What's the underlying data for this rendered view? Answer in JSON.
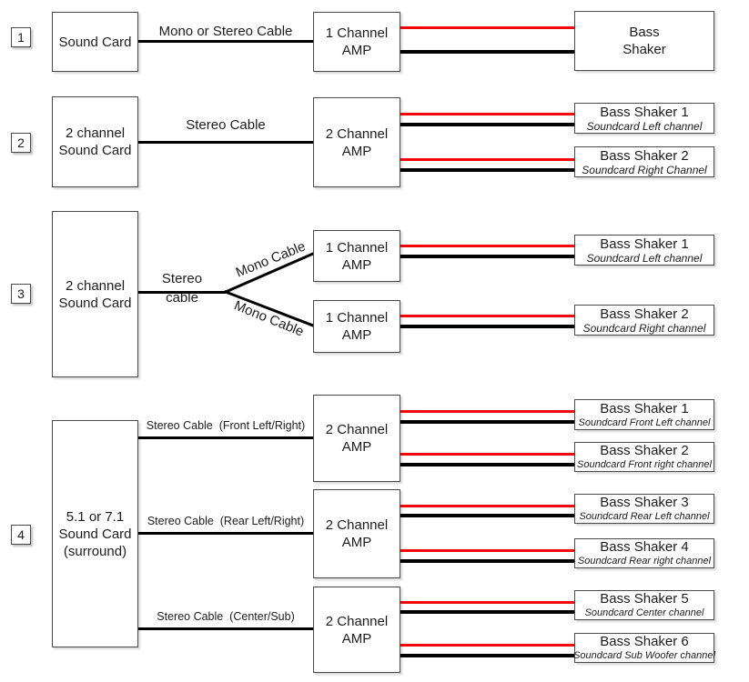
{
  "colors": {
    "wire_red": "#f20505",
    "wire_black": "#000000",
    "box_border": "#4a4a4a",
    "background": "#ffffff"
  },
  "sections": {
    "s1": {
      "number": "1",
      "source_lines": [
        "Sound Card"
      ],
      "cable_label": "Mono or Stereo Cable",
      "amp_lines": [
        "1 Channel",
        "AMP"
      ],
      "shaker_lines": [
        "Bass",
        "Shaker"
      ]
    },
    "s2": {
      "number": "2",
      "source_lines": [
        "2 channel",
        "Sound Card"
      ],
      "cable_label": "Stereo Cable",
      "amp_lines": [
        "2 Channel",
        "AMP"
      ],
      "shakers": [
        {
          "title": "Bass Shaker 1",
          "subtitle": "Soundcard Left channel"
        },
        {
          "title": "Bass Shaker 2",
          "subtitle": "Soundcard Right Channel"
        }
      ]
    },
    "s3": {
      "number": "3",
      "source_lines": [
        "2 channel",
        "Sound Card"
      ],
      "cable_label_lines": [
        "Stereo",
        "cable"
      ],
      "branch_labels": [
        "Mono Cable",
        "Mono Cable"
      ],
      "amp_lines": [
        "1 Channel",
        "AMP"
      ],
      "shakers": [
        {
          "title": "Bass Shaker 1",
          "subtitle": "Soundcard Left channel"
        },
        {
          "title": "Bass Shaker 2",
          "subtitle": "Soundcard Right channel"
        }
      ]
    },
    "s4": {
      "number": "4",
      "source_lines": [
        "5.1 or 7.1",
        "Sound Card",
        "(surround)"
      ],
      "cable_labels": [
        "Stereo Cable  (Front Left/Right)",
        "Stereo Cable  (Rear Left/Right)",
        "Stereo Cable  (Center/Sub)"
      ],
      "amp_lines": [
        "2 Channel",
        "AMP"
      ],
      "shakers": [
        {
          "title": "Bass Shaker 1",
          "subtitle": "Soundcard Front Left channel"
        },
        {
          "title": "Bass Shaker 2",
          "subtitle": "Soundcard Front right channel"
        },
        {
          "title": "Bass Shaker 3",
          "subtitle": "Soundcard Rear Left channel"
        },
        {
          "title": "Bass Shaker 4",
          "subtitle": "Soundcard Rear right channel"
        },
        {
          "title": "Bass Shaker 5",
          "subtitle": "Soundcard Center channel"
        },
        {
          "title": "Bass Shaker 6",
          "subtitle": "Soundcard Sub Woofer channel"
        }
      ]
    }
  }
}
